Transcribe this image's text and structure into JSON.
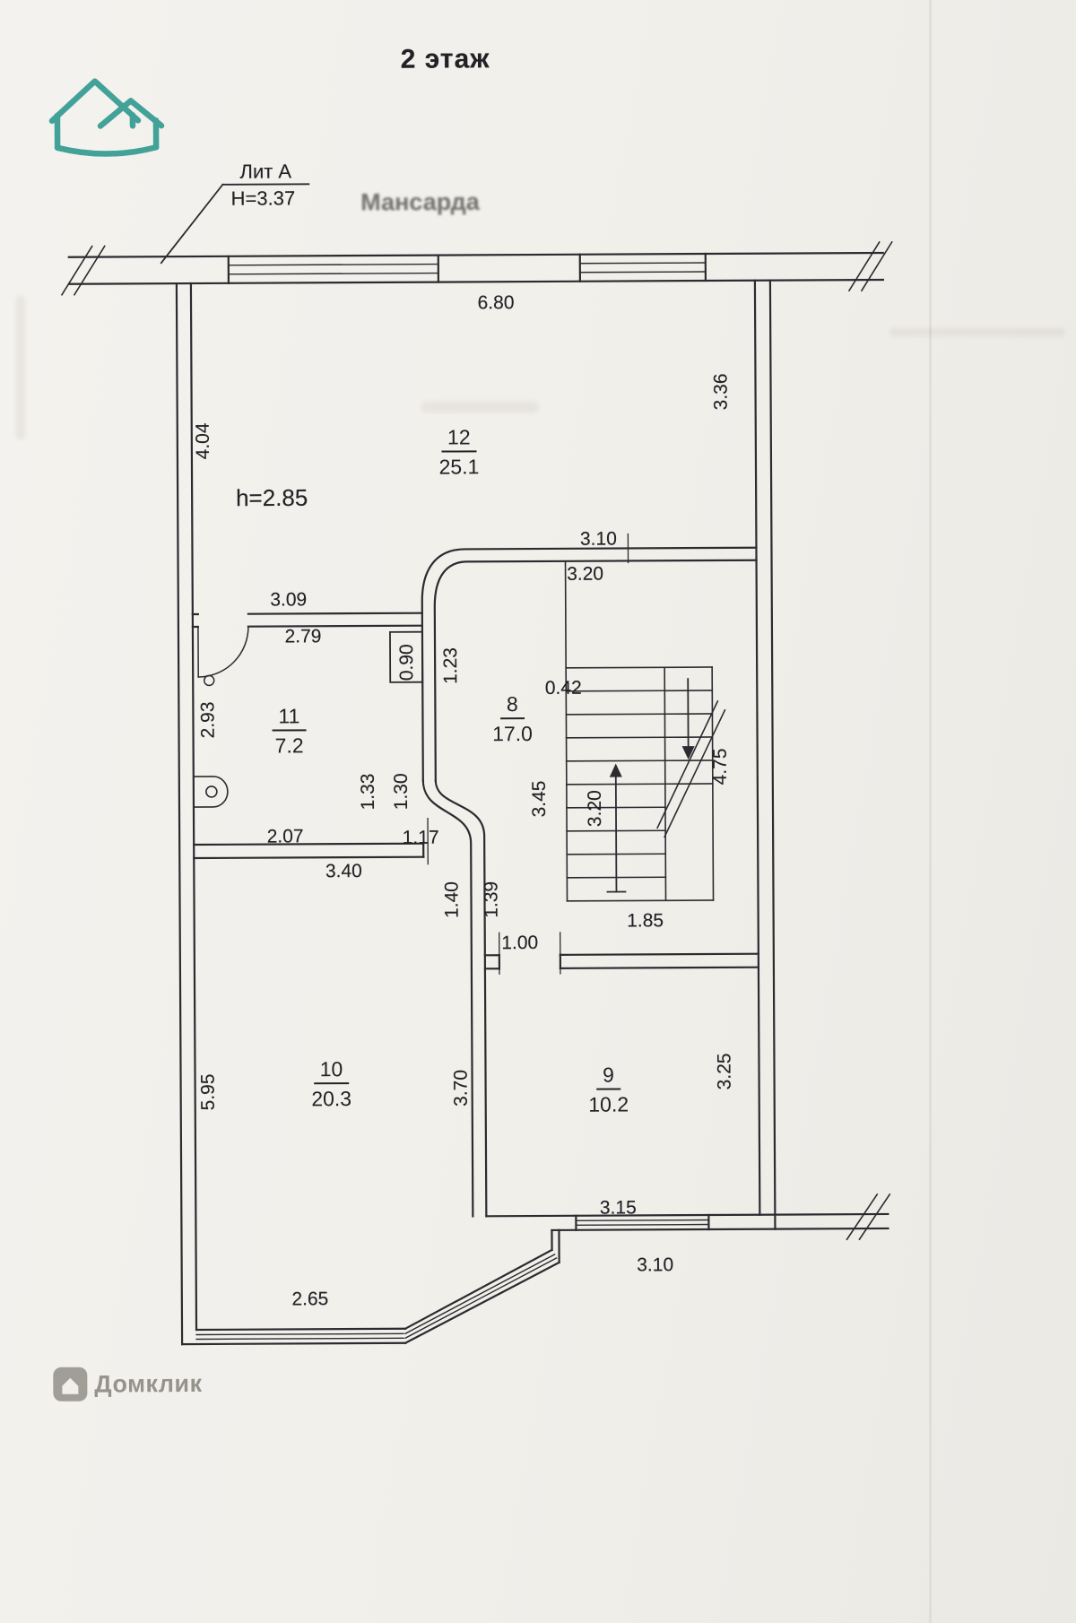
{
  "drawing": {
    "title": "2 этаж",
    "liter_label": "Лит А",
    "liter_height": "Н=3.37",
    "ceiling_height": "h=2.85",
    "bleed_text": "Мансарда"
  },
  "rooms": {
    "r12": {
      "num": "12",
      "area": "25.1"
    },
    "r11": {
      "num": "11",
      "area": "7.2"
    },
    "r8": {
      "num": "8",
      "area": "17.0"
    },
    "r10": {
      "num": "10",
      "area": "20.3"
    },
    "r9": {
      "num": "9",
      "area": "10.2"
    }
  },
  "dims": {
    "top_width": "6.80",
    "r12_left_h": "4.04",
    "r12_right_h": "3.36",
    "r12_bottom_w_above": "3.10",
    "r12_bottom_w_below": "3.20",
    "r11_top_w_above": "3.09",
    "r11_top_w_below": "2.79",
    "shaft_w": "0.90",
    "shaft_h": "1.23",
    "stair_top_gap": "0.42",
    "r11_left_h": "2.93",
    "stair_len": "4.75",
    "niche_a": "1.33",
    "niche_b": "1.30",
    "hall_h_a": "3.45",
    "hall_h_b": "3.20",
    "r11_bottom_w_above": "2.07",
    "door_r10_w": "1.17",
    "r11_bottom_w_below": "3.40",
    "passage_left_h": "1.40",
    "passage_right_h": "1.39",
    "door_r9_w": "1.00",
    "stair_landing_w": "1.85",
    "r10_left_h": "5.95",
    "r10_right_h": "3.70",
    "r9_right_h": "3.25",
    "r9_bottom_w_above": "3.15",
    "r9_bottom_w_below": "3.10",
    "r10_bottom_w": "2.65"
  },
  "watermark": {
    "brand": "Домклик"
  },
  "colors": {
    "ink": "#2b2b30",
    "logo_teal": "#2f9a8f",
    "paper": "#f2f0ec",
    "watermark_gray": "#96938d"
  }
}
